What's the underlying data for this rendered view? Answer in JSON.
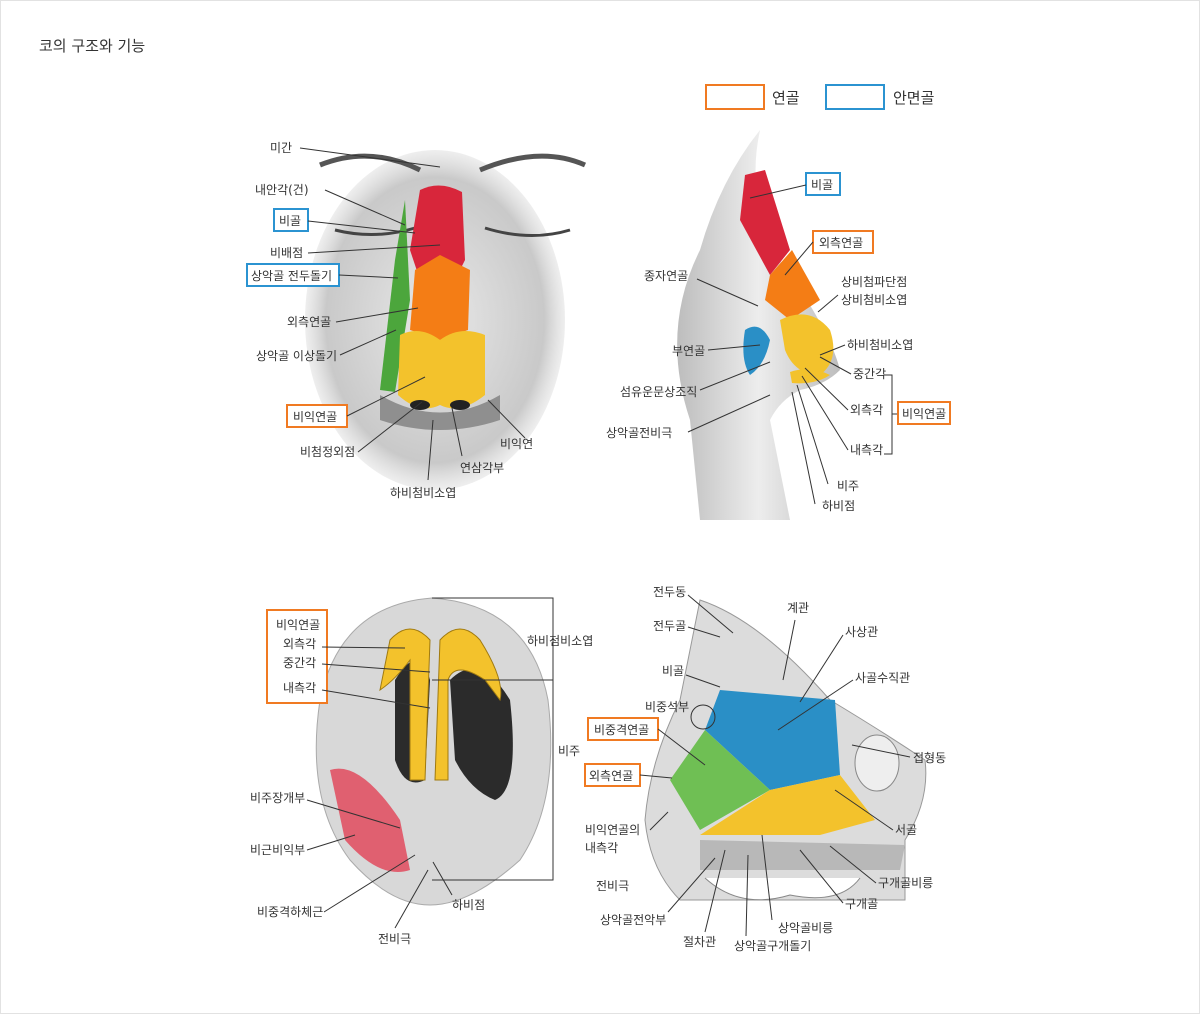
{
  "title": "코의 구조와 기능",
  "legend": {
    "cartilage": "연골",
    "facial_bone": "안면골"
  },
  "colors": {
    "cartilage_box": "#f07a22",
    "bone_box": "#2b93d1",
    "red": "#d8263b",
    "orange": "#f47d15",
    "yellow": "#f3c22c",
    "green": "#4ca63c",
    "blue": "#2a8fc6"
  },
  "front": {
    "l1": "미간",
    "l2": "내안각(건)",
    "l3": "비골",
    "l4": "비배점",
    "l5": "상악골 전두돌기",
    "l6": "외측연골",
    "l7": "상악골 이상돌기",
    "l8": "비익연골",
    "l9": "비첨정외점",
    "l10": "하비첨비소엽",
    "l11": "연삼각부",
    "l12": "비익연"
  },
  "side": {
    "l1": "비골",
    "l2": "외측연골",
    "l3": "종자연골",
    "l4": "상비첨파단점",
    "l5": "상비첨비소엽",
    "l6": "부연골",
    "l7": "하비첨비소엽",
    "l8": "섬유운문상조직",
    "l9": "중간각",
    "l10": "외측각",
    "l11": "비익연골",
    "l12": "상악골전비극",
    "l13": "내측각",
    "l14": "비주",
    "l15": "하비점"
  },
  "bottom": {
    "l1": "비익연골",
    "l2": "외측각",
    "l3": "중간각",
    "l4": "내측각",
    "l5": "하비첨비소엽",
    "l6": "비주",
    "l7": "비주장개부",
    "l8": "비근비익부",
    "l9": "비중격하체근",
    "l10": "하비점",
    "l11": "전비극"
  },
  "septum": {
    "l1": "전두동",
    "l2": "계관",
    "l3": "전두골",
    "l4": "사상관",
    "l5": "비골",
    "l6": "사골수직관",
    "l7": "비중석부",
    "l8": "비중격연골",
    "l9": "접형동",
    "l10": "외측연골",
    "l11": "서골",
    "l12": "비익연골의",
    "l13": "내측각",
    "l14": "구개골비릉",
    "l15": "전비극",
    "l16": "구개골",
    "l17": "상악골전악부",
    "l18": "상악골비릉",
    "l19": "절차관",
    "l20": "상악골구개돌기"
  }
}
